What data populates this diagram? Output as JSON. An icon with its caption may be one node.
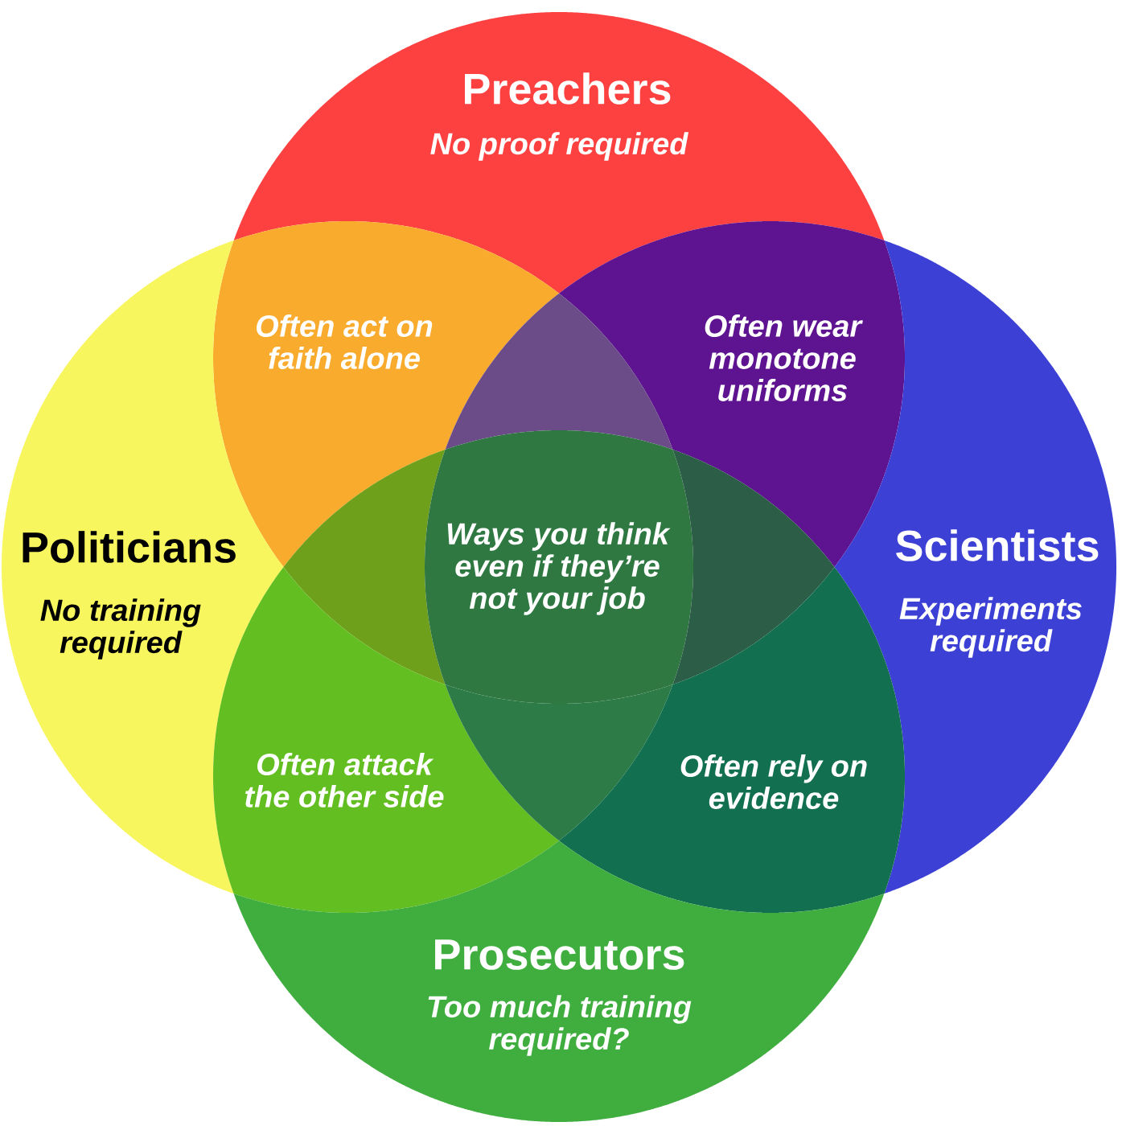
{
  "diagram": {
    "nodes": [
      {
        "text": [
          "Preachers",
          "No proof required"
        ]
      },
      {
        "text": [
          "Often act on faith alone"
        ]
      },
      {
        "text": [
          "Often wear monotone uniforms"
        ]
      },
      {
        "text": [],
        "shape": "triangle"
      },
      {
        "text": [
          "Politicians",
          "No training required"
        ]
      },
      {
        "text": [],
        "shape": "triangle"
      },
      {
        "text": [
          "Ways you think even if they’re not your job"
        ]
      },
      {
        "text": [],
        "shape": "triangle"
      },
      {
        "text": [
          "Scientists",
          "Experiments required"
        ]
      },
      {
        "text": [
          "Often attack the other side"
        ]
      },
      {
        "text": [],
        "shape": "triangle"
      },
      {
        "text": [
          "Often rely on evidence"
        ]
      },
      {
        "text": [
          "Prosecutors",
          "Too much training required?"
        ]
      }
    ]
  }
}
